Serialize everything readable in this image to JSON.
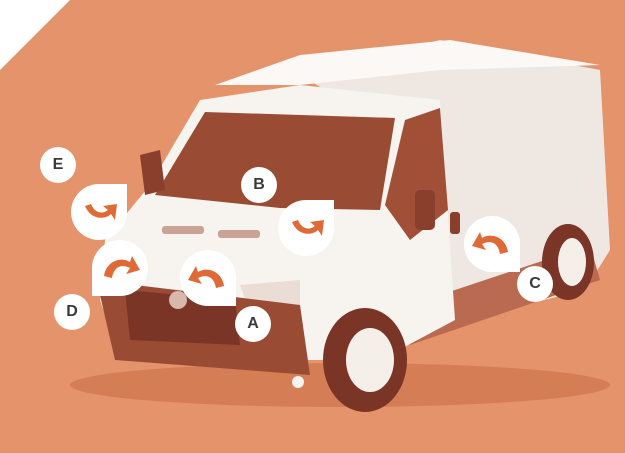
{
  "colors": {
    "background": "#e5936a",
    "van_body": "#f7f3ef",
    "windshield": "#9a4b34",
    "dark_trim": "#8a3f2c",
    "arrow": "#e06a36",
    "badge_bg": "#ffffff",
    "badge_text": "#3a3a3a"
  },
  "icons": {
    "van": "van-illustration",
    "arrow": "curved-arrow-icon"
  },
  "callouts": [
    {
      "id": "E",
      "label": "E"
    },
    {
      "id": "B",
      "label": "B"
    },
    {
      "id": "D",
      "label": "D"
    },
    {
      "id": "A",
      "label": "A"
    },
    {
      "id": "C",
      "label": "C"
    }
  ]
}
